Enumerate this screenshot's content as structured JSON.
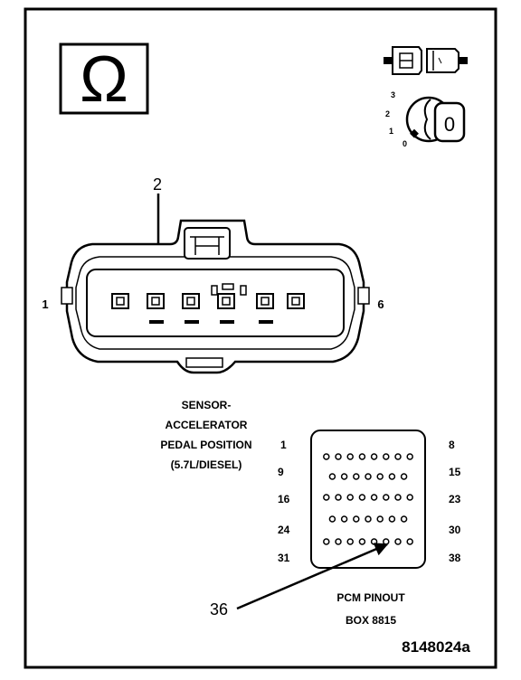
{
  "symbols": {
    "ohm": "Ω",
    "ohmmeter_icon": "ohmmeter-symbol",
    "connector_icon": "disconnected-connector",
    "ignition_icon": "ignition-key-off",
    "ignition_positions": [
      "3",
      "2",
      "1",
      "0"
    ],
    "ignition_key_value": "0"
  },
  "connector": {
    "callout_pin": "2",
    "end_label_left": "1",
    "end_label_right": "6"
  },
  "sensor_label": {
    "line1": "SENSOR-",
    "line2": "ACCELERATOR",
    "line3": "PEDAL POSITION",
    "line4": "(5.7L/DIESEL)"
  },
  "pcm": {
    "row_labels_left": [
      "1",
      "9",
      "16",
      "24",
      "31"
    ],
    "row_labels_right": [
      "8",
      "15",
      "23",
      "30",
      "38"
    ],
    "row_pin_counts": [
      8,
      7,
      8,
      7,
      8
    ],
    "callout_pin": "36",
    "title_line1": "PCM PINOUT",
    "title_line2": "BOX 8815"
  },
  "figure_id": "8148024a"
}
